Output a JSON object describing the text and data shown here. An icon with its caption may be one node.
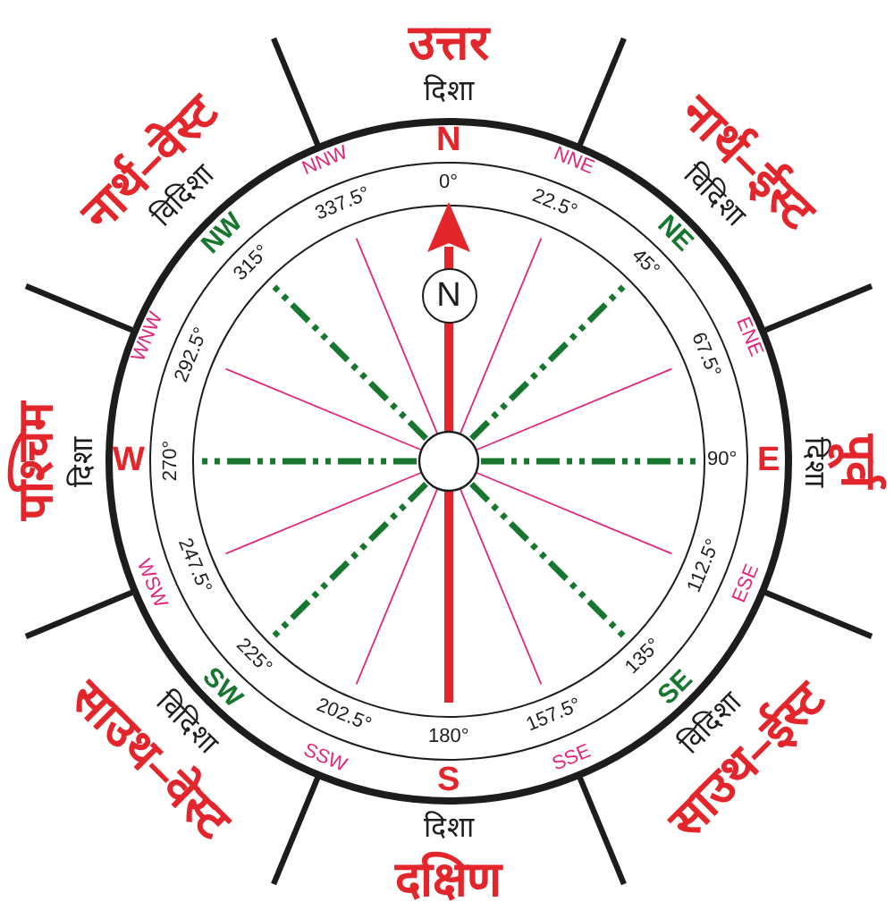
{
  "diagram": {
    "nodes": [
      {
        "text": [
          "N"
        ]
      }
    ],
    "labels": [
      "उत्तर",
      "दिशा",
      "नार्थ–वेस्ट",
      "विदिशा",
      "नार्थ–ईस्ट",
      "विदिशा",
      "N",
      "NNW",
      "NNE",
      "0°",
      "337.5°",
      "22.5°",
      "NW",
      "NE",
      "315°",
      "45°",
      "WNW",
      "292.5°",
      "67.5°",
      "ENE",
      "पश्चिम",
      "दिशा",
      "W",
      "270°",
      "90°",
      "E",
      "दिशा",
      "पूर्व",
      "WSW",
      "247.5°",
      "112.5°",
      "ESE",
      "225°",
      "135°",
      "SW",
      "SE",
      "विदिशा",
      "विदिशा",
      "साउथ–वेस्ट",
      "साउथ–ईस्ट",
      "202.5°",
      "157.5°",
      "180°",
      "SSW",
      "SSE",
      "S",
      "दिशा",
      "दक्षिण"
    ]
  }
}
